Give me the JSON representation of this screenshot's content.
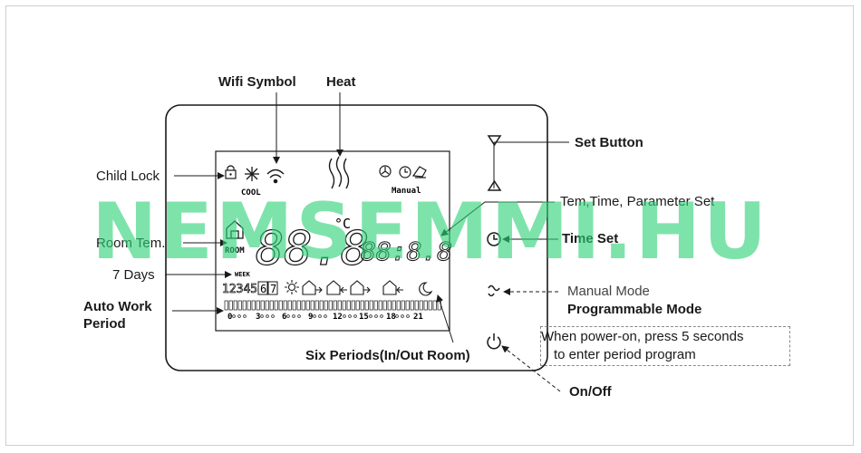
{
  "labels": {
    "wifi_symbol": "Wifi Symbol",
    "heat": "Heat",
    "child_lock": "Child Lock",
    "room_tem": "Room Tem.",
    "seven_days": "7 Days",
    "auto_work_period_line1": "Auto Work",
    "auto_work_period_line2": "Period",
    "six_periods": "Six Periods(In/Out Room)",
    "set_button": "Set Button",
    "tem_time_parameter_set": "Tem,Time, Parameter Set",
    "time_set": "Time Set",
    "manual_mode": "Manual Mode",
    "programmable_mode": "Programmable Mode",
    "on_off": "On/Off"
  },
  "note": {
    "line1": "When power-on, press 5 seconds",
    "line2": "to enter period program"
  },
  "lcd": {
    "cool": "COOL",
    "manual": "Manual",
    "room": "ROOM",
    "week": "WEEK",
    "days": "12345",
    "day6": "6",
    "day7": "7",
    "temp_digits": "88.8",
    "unit": "°C",
    "time_digits": "88:8.8",
    "hour_0": "0",
    "hour_3": "3",
    "hour_6": "6",
    "hour_9": "9",
    "hour_12": "12",
    "hour_15": "15",
    "hour_18": "18",
    "hour_21": "21"
  },
  "watermark": "NEMSEMMI.HU",
  "colors": {
    "watermark": "#2ed278",
    "line": "#1a1a1a"
  }
}
